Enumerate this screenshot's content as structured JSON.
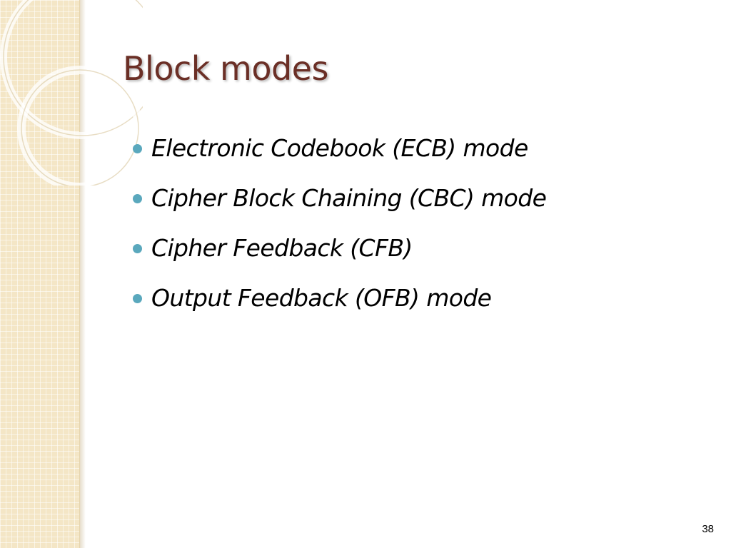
{
  "slide": {
    "title": "Block modes",
    "bullets": [
      "Electronic Codebook (ECB) mode",
      "Cipher Block Chaining (CBC) mode",
      "Cipher Feedback (CFB)",
      "Output Feedback (OFB) mode"
    ],
    "page_number": "38"
  },
  "colors": {
    "title": "#6b2f26",
    "bullet_marker": "#5aa8bd",
    "side_panel": "#f4e6c6"
  },
  "icons": {
    "bullet_marker": "filled-circle-bullet-icon",
    "decoration": "decorative-rings-icon"
  }
}
